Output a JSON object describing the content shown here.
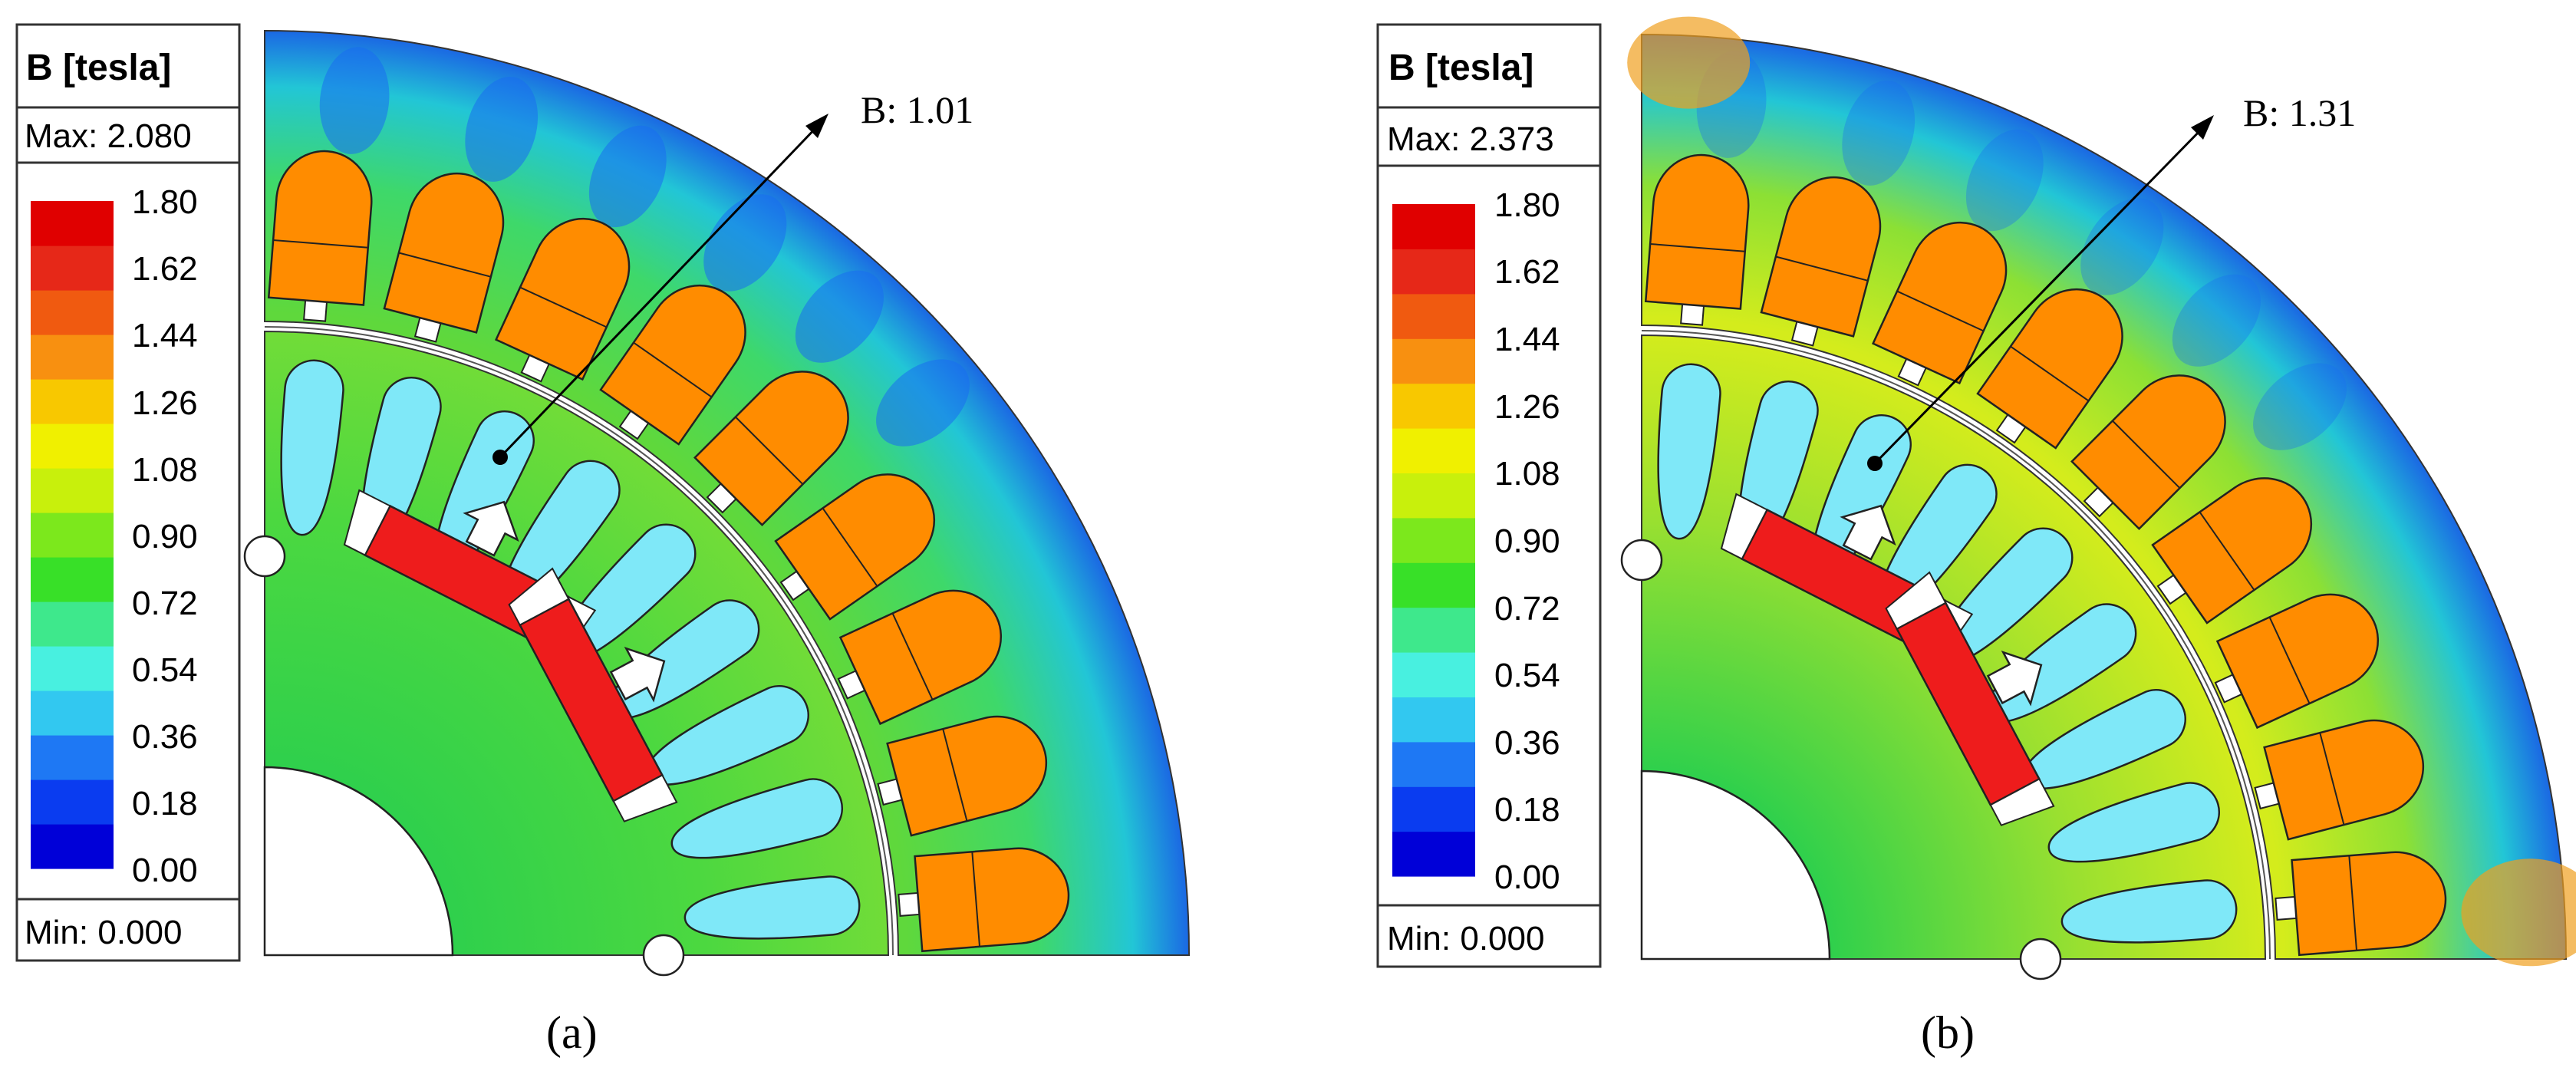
{
  "panels": [
    {
      "id": "a",
      "legend": {
        "title": "B [tesla]",
        "max_label": "Max: 2.080",
        "min_label": "Min: 0.000",
        "ticks": [
          "1.80",
          "1.62",
          "1.44",
          "1.26",
          "1.08",
          "0.90",
          "0.72",
          "0.54",
          "0.36",
          "0.18",
          "0.00"
        ]
      },
      "annotation": "B: 1.01",
      "caption": "(a)",
      "field_level": "medium"
    },
    {
      "id": "b",
      "legend": {
        "title": "B [tesla]",
        "max_label": "Max: 2.373",
        "min_label": "Min: 0.000",
        "ticks": [
          "1.80",
          "1.62",
          "1.44",
          "1.26",
          "1.08",
          "0.90",
          "0.72",
          "0.54",
          "0.36",
          "0.18",
          "0.00"
        ]
      },
      "annotation": "B: 1.31",
      "caption": "(b)",
      "field_level": "high"
    }
  ],
  "colors": {
    "colormap": [
      "#0000d8",
      "#0a3cf0",
      "#1e78f4",
      "#32c8f0",
      "#48f0e0",
      "#3ee88c",
      "#38e028",
      "#7ce81c",
      "#c8f00c",
      "#f0f000",
      "#f8c800",
      "#f89010",
      "#f05a10",
      "#e62818",
      "#e00000"
    ],
    "stator_field": "#5fd83c",
    "rotor_field": "#2fd04c",
    "winding_orange": "#ff8c00",
    "rotor_slot_cyan": "#7fe8f8",
    "magnet_red": "#ee1c1c",
    "low_field_blue": "#1848e8",
    "high_field_yellow": "#d4ec1c",
    "hot_orange": "#f0a020"
  }
}
